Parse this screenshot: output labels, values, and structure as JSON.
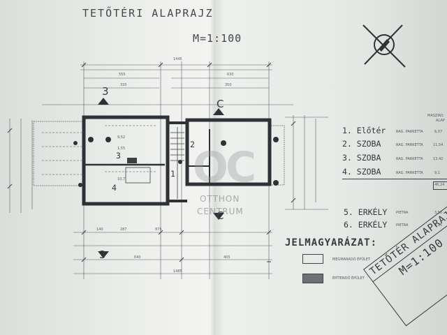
{
  "title": "TETŐTÉRI  ALAPRAJZ",
  "scale": "M=1:100",
  "rooms_table": {
    "header": [
      "MASZINS",
      "ALAP"
    ],
    "rows": [
      {
        "name": "1. Előtér",
        "material": "RAG. PARKETTA",
        "value": "6,07"
      },
      {
        "name": "2. SZOBA",
        "material": "RAG. PARKETTA",
        "value": "11,54"
      },
      {
        "name": "3. SZOBA",
        "material": "RAG. PARKETTA",
        "value": "13,42"
      },
      {
        "name": "4. SZOBA",
        "material": "RAG. PARKETTA",
        "value": "9,1"
      }
    ],
    "total": "46,24",
    "balconies": [
      {
        "name": "5. ERKÉLY",
        "material": "PIETRA",
        "value": "3,50"
      },
      {
        "name": "6. ERKÉLY",
        "material": "PIETRA",
        "value": "3,15"
      }
    ]
  },
  "legend": {
    "title": "JELMAGYARÁZAT:",
    "items": [
      {
        "label": "MEGMARADÓ ÉPÜLET",
        "fill": "#e9ebe8"
      },
      {
        "label": "ÉPÍTENDŐ ÉPÜLET",
        "fill": "#6e7073"
      }
    ]
  },
  "plan": {
    "room_numbers": [
      "1",
      "2",
      "3",
      "4"
    ],
    "section_marks": [
      "3",
      "3",
      "C",
      "C"
    ],
    "dimensions_top": [
      "1445",
      "555",
      "630",
      "335",
      "350"
    ],
    "dimensions_bottom": [
      "140",
      "287",
      "875",
      "640",
      "405",
      "1485"
    ],
    "area_labels": [
      "9,52",
      "1,55",
      "10,7"
    ]
  },
  "watermark": {
    "logo": "OC",
    "line1": "OTTHON",
    "line2": "CENTRUM"
  },
  "stamp": {
    "line1": "TETŐTÉR  ALAPRAJZ",
    "line2": "M=1:100"
  },
  "icon": "crossed-out-circle-symbol"
}
